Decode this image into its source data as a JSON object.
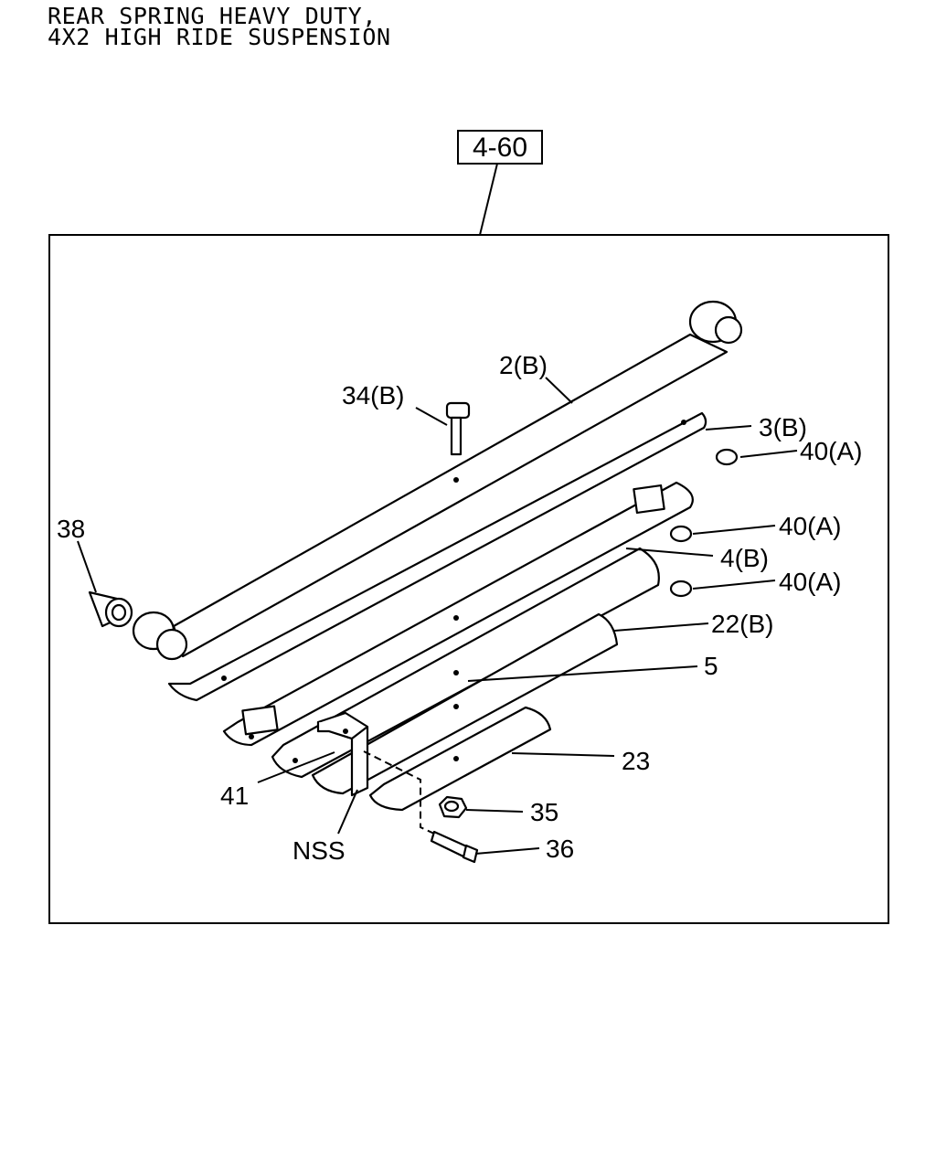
{
  "title": {
    "line1": "REAR SPRING HEAVY DUTY,",
    "line2": "4X2 HIGH RIDE SUSPENSION"
  },
  "reference_box": "4-60",
  "callouts": {
    "p2b": "2(B)",
    "p34b": "34(B)",
    "p3b": "3(B)",
    "p40a_1": "40(A)",
    "p38": "38",
    "p40a_2": "40(A)",
    "p4b": "4(B)",
    "p40a_3": "40(A)",
    "p22b": "22(B)",
    "p5": "5",
    "p23": "23",
    "p41": "41",
    "p35": "35",
    "nss": "NSS",
    "p36": "36"
  }
}
